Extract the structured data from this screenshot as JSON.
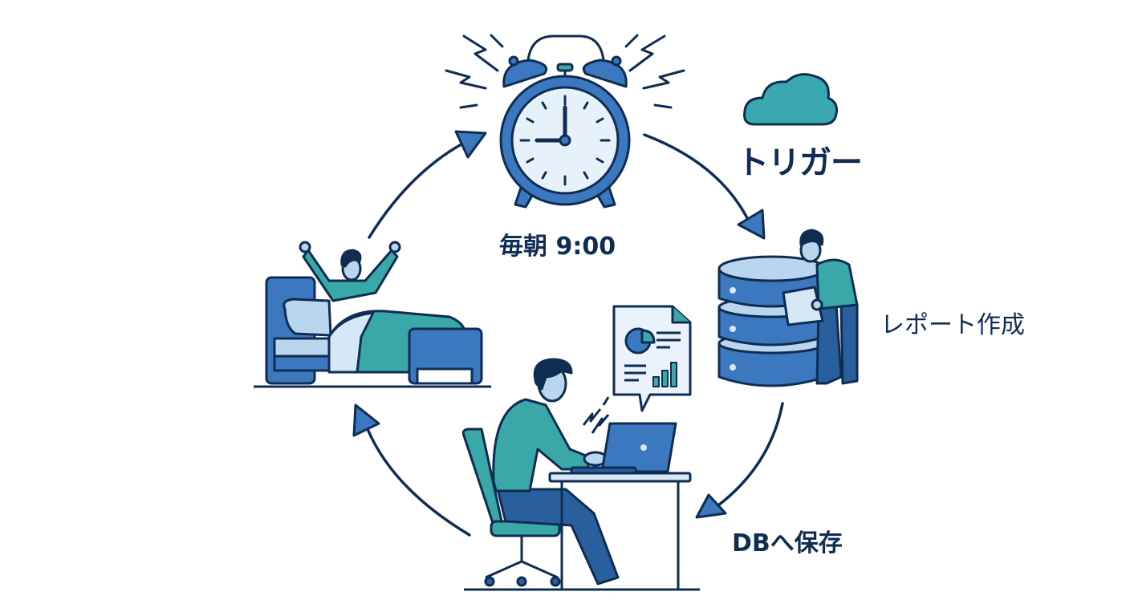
{
  "diagram": {
    "type": "cycle",
    "colors": {
      "outline": "#0f2d52",
      "primary_blue": "#3b78c0",
      "dark_blue": "#2a5f9e",
      "light_blue": "#d6e7f5",
      "teal": "#3aa8a8",
      "background": "#ffffff"
    },
    "nodes": [
      {
        "id": "alarm",
        "icon": "alarm-clock-icon",
        "label": "毎朝 9:00"
      },
      {
        "id": "trigger",
        "icon": "cloud-icon",
        "label": "トリガー"
      },
      {
        "id": "report",
        "icon": "database-person-icon",
        "label": "レポート作成"
      },
      {
        "id": "save",
        "icon": "laptop-worker-icon",
        "label": "DBへ保存"
      },
      {
        "id": "wake",
        "icon": "bed-waking-person-icon",
        "label": ""
      }
    ],
    "flow": [
      "alarm → report",
      "report → save (desk worker)",
      "desk worker → bed",
      "bed → alarm"
    ],
    "clock_time": "9:00"
  },
  "labels": {
    "time": "毎朝 9:00",
    "trigger": "トリガー",
    "report": "レポート作成",
    "save": "DBへ保存"
  }
}
